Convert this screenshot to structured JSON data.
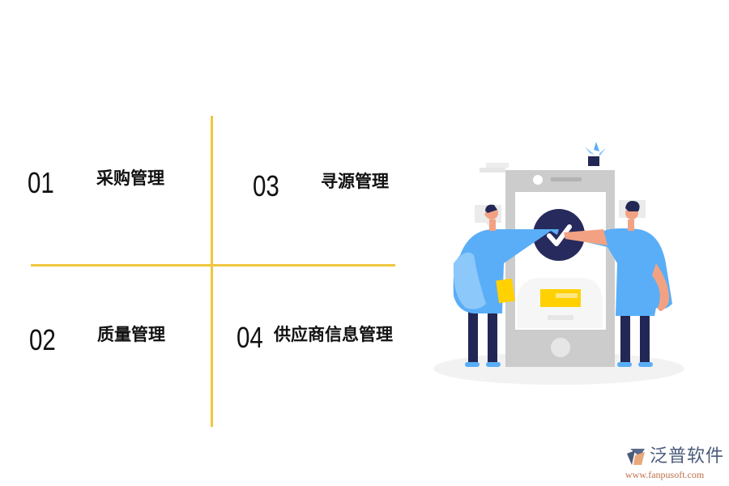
{
  "items": [
    {
      "number": "01",
      "label": "采购管理"
    },
    {
      "number": "02",
      "label": "质量管理"
    },
    {
      "number": "03",
      "label": "寻源管理"
    },
    {
      "number": "04",
      "label": "供应商信息管理"
    }
  ],
  "colors": {
    "divider": "#F0C63F",
    "check_circle": "#262A5C",
    "shirt": "#5AAEF7",
    "pants": "#232755",
    "skin": "#F2A283",
    "phone_frame": "#CCCCCC",
    "card_yellow": "#FFD100"
  },
  "logo": {
    "name": "泛普软件",
    "url": "www.fanpusoft.com"
  }
}
